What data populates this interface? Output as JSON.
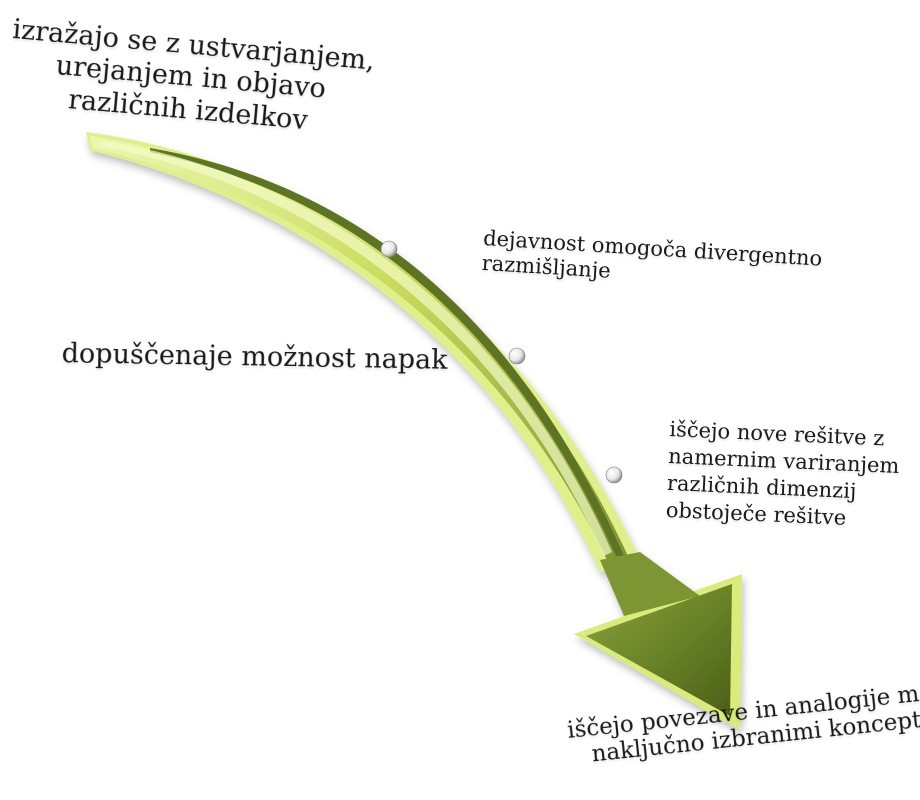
{
  "colors": {
    "arrow_light": "#e4f28a",
    "arrow_mid": "#c9dc5c",
    "arrow_dark": "#5d7422",
    "arrow_shadow": "#3a4c12",
    "bead": "#f4f4f4"
  },
  "steps": [
    {
      "lines": [
        "izražajo se z ustvarjanjem,",
        "urejanjem in objavo",
        "različnih izdelkov"
      ]
    },
    {
      "lines": [
        "dejavnost omogoča divergentno",
        "razmišljanje"
      ]
    },
    {
      "lines": [
        "dopuščenaje možnost napak"
      ]
    },
    {
      "lines": [
        "iščejo nove rešitve z",
        "namernim variranjem",
        "različnih dimenzij",
        "obstoječe rešitve"
      ]
    },
    {
      "lines": [
        "iščejo povezave in analogije med",
        "naključno izbranimi koncepti"
      ]
    }
  ]
}
